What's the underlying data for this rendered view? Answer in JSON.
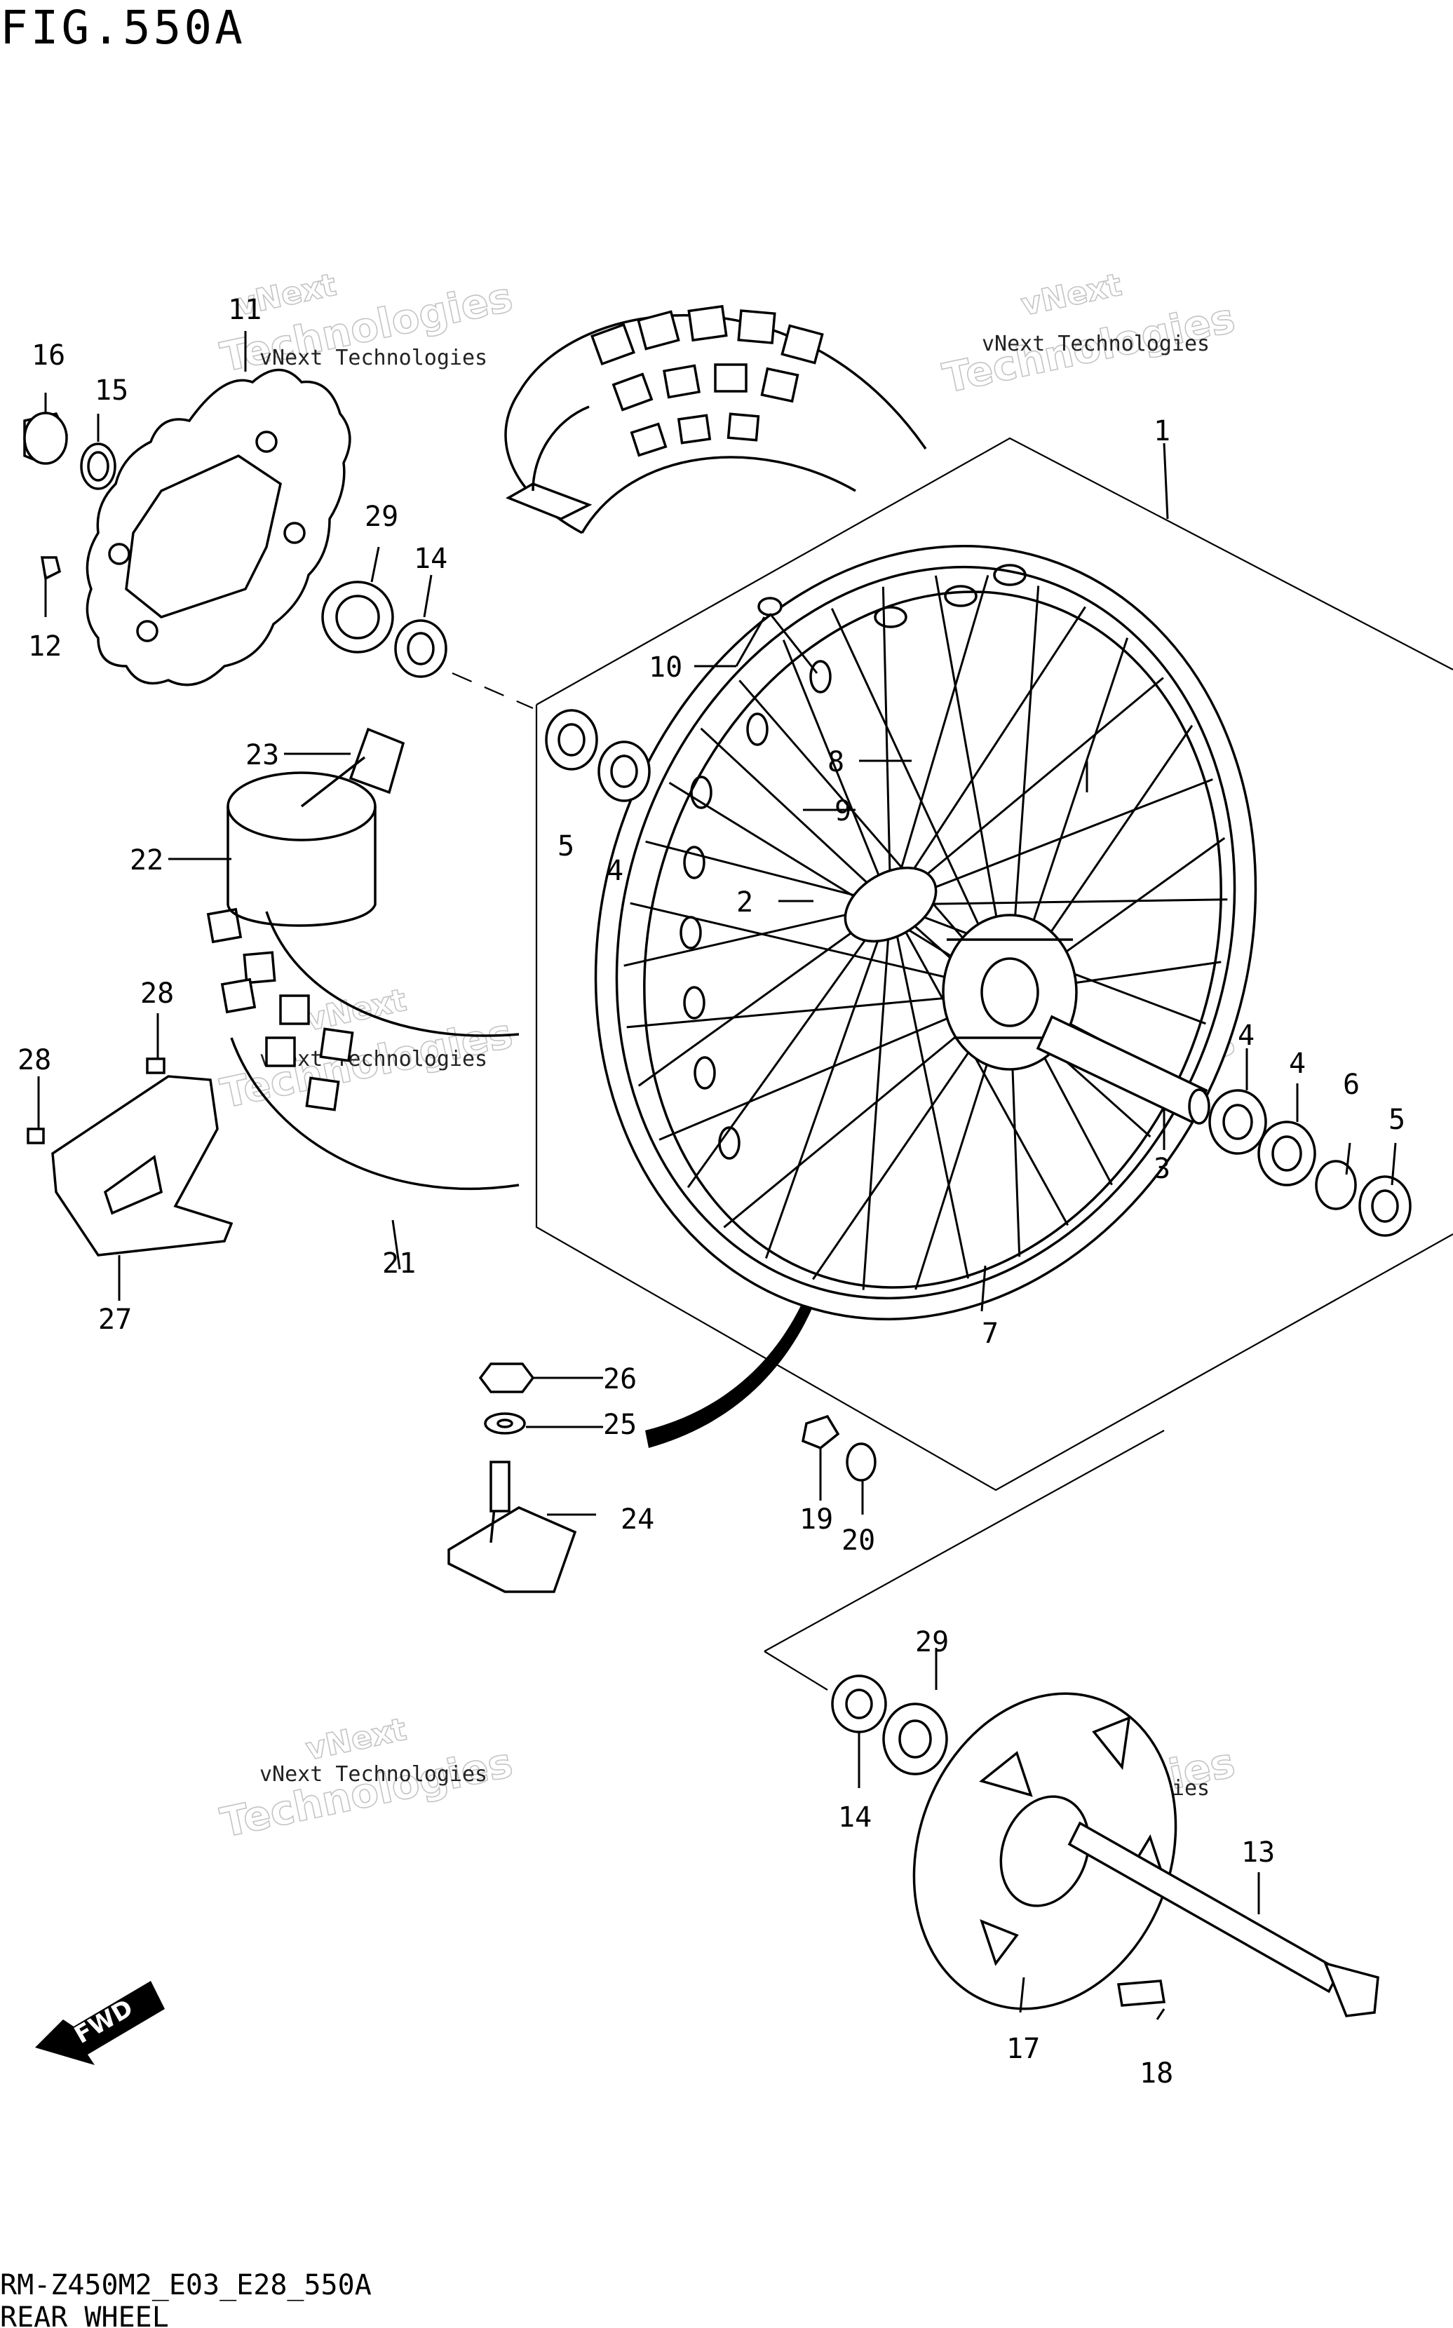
{
  "figure": {
    "title": "FIG.550A"
  },
  "footer": {
    "code": "RM-Z450M2_E03_E28_550A",
    "caption": "REAR WHEEL"
  },
  "watermark": {
    "line1": "vNext Technologies",
    "line2": "Technologies",
    "line3": "vNext"
  },
  "fwd": {
    "label": "FWD"
  },
  "callouts": {
    "c1": "1",
    "c2": "2",
    "c3": "3",
    "c4a": "4",
    "c4b": "4",
    "c4c": "4",
    "c5a": "5",
    "c5b": "5",
    "c6": "6",
    "c7": "7",
    "c8": "8",
    "c9": "9",
    "c10": "10",
    "c11": "11",
    "c12": "12",
    "c13": "13",
    "c14a": "14",
    "c14b": "14",
    "c15": "15",
    "c16": "16",
    "c17": "17",
    "c18": "18",
    "c19": "19",
    "c20": "20",
    "c21": "21",
    "c22": "22",
    "c23": "23",
    "c24": "24",
    "c25": "25",
    "c26": "26",
    "c27": "27",
    "c28a": "28",
    "c28b": "28",
    "c29a": "29",
    "c29b": "29"
  }
}
